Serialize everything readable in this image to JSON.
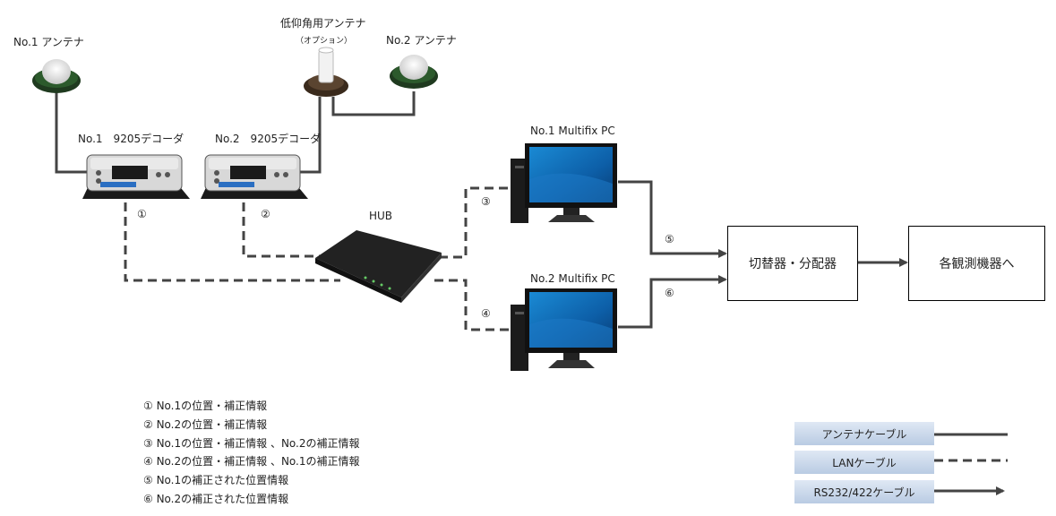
{
  "antennas": {
    "no1": "No.1 アンテナ",
    "no2": "No.2 アンテナ",
    "low_elev": "低仰角用アンテナ",
    "low_elev_sub": "（オプション）"
  },
  "decoders": {
    "no1": "No.1　9205デコーダ",
    "no2": "No.2　9205デコーダ"
  },
  "hub": "HUB",
  "pcs": {
    "no1": "No.1 Multifix PC",
    "no2": "No.2 Multifix PC"
  },
  "boxes": {
    "switcher": "切替器・分配器",
    "instruments": "各観測機器へ"
  },
  "markers": [
    "①",
    "②",
    "③",
    "④",
    "⑤",
    "⑥"
  ],
  "notes": [
    "① No.1の位置・補正情報",
    "② No.2の位置・補正情報",
    "③ No.1の位置・補正情報 、No.2の補正情報",
    "④ No.2の位置・補正情報 、No.1の補正情報",
    "⑤ No.1の補正された位置情報",
    "⑥ No.2の補正された位置情報"
  ],
  "legend": {
    "antenna_cable": "アンテナケーブル",
    "lan_cable": "LANケーブル",
    "rs_cable": "RS232/422ケーブル"
  }
}
